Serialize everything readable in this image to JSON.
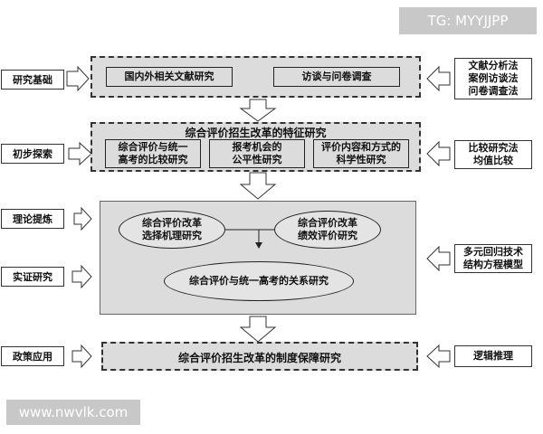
{
  "watermark_top": "TG: MYYJJPP",
  "watermark_bottom": "www.nwvlk.com",
  "stages": {
    "basis": "研究基础",
    "explore": "初步探索",
    "theory": "理论提炼",
    "empirical": "实证研究",
    "policy": "政策应用"
  },
  "methods": {
    "basis": [
      "文献分析法",
      "案例访谈法",
      "问卷调查法"
    ],
    "explore": [
      "比较研究法",
      "均值比较"
    ],
    "theory": [
      "多元回归技术",
      "结构方程模型"
    ],
    "policy": [
      "逻辑推理"
    ]
  },
  "basis_panel": {
    "left": "国内外相关文献研究",
    "right": "访谈与问卷调查"
  },
  "explore_panel": {
    "title": "综合评价招生改革的特征研究",
    "boxes": [
      [
        "综合评价与统一",
        "高考的比较研究"
      ],
      [
        "报考机会的",
        "公平性研究"
      ],
      [
        "评价内容和方式的",
        "科学性研究"
      ]
    ]
  },
  "theory_panel": {
    "ellipse_left": [
      "综合评价改革",
      "选择机理研究"
    ],
    "ellipse_right": [
      "综合评价改革",
      "绩效评价研究"
    ],
    "ellipse_bottom": "综合评价与统一高考的关系研究"
  },
  "policy_panel": {
    "title": "综合评价招生改革的制度保障研究"
  }
}
